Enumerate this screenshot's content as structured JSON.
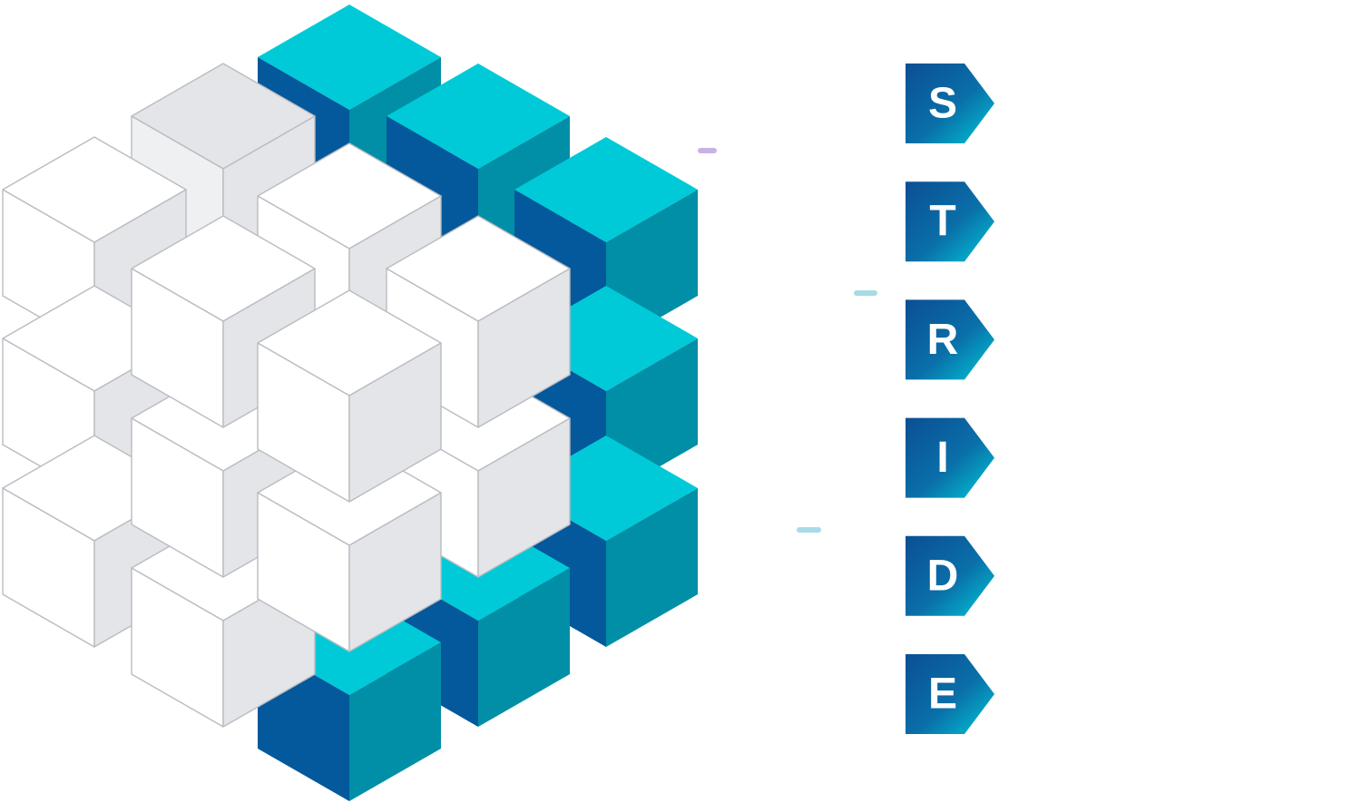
{
  "stride": {
    "letters": [
      {
        "letter": "S"
      },
      {
        "letter": "T"
      },
      {
        "letter": "R"
      },
      {
        "letter": "I"
      },
      {
        "letter": "D"
      },
      {
        "letter": "E"
      }
    ]
  },
  "colors": {
    "cube_white_top": "#ffffff",
    "cube_white_left": "#ffffff",
    "cube_white_right": "#e4e5e8",
    "cube_back_top": "#e4e5e8",
    "cube_back_left": "#eff0f2",
    "cube_back_right": "#e4e5e8",
    "cube_outline": "#b9bcc1",
    "teal_top": "#00cad8",
    "teal_left": "#04589c",
    "teal_right": "#008fa6",
    "tag_gradient_start": "#0b4f94",
    "tag_gradient_end": "#00c9d8",
    "line_color": "#c4c6ca",
    "highlight_purple": "#c7b2e4",
    "highlight_blue": "#a7dbe6"
  }
}
